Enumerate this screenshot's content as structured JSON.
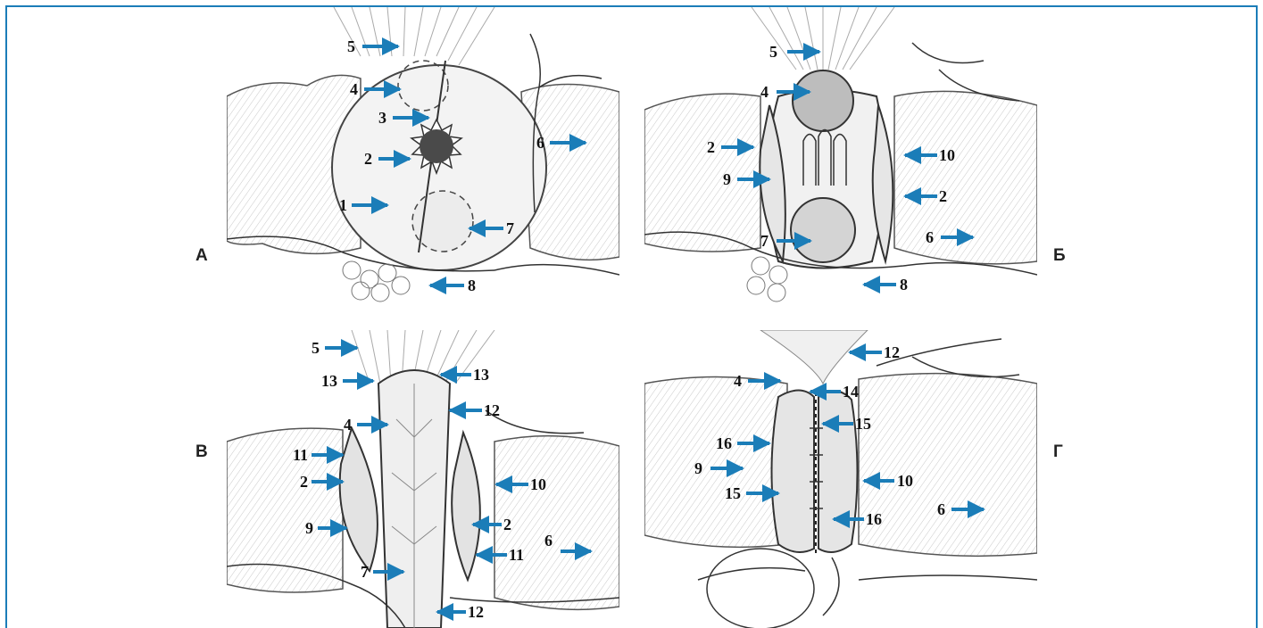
{
  "figure": {
    "accent_color": "#1b7db8",
    "panels": [
      {
        "letter": "А",
        "labels": [
          "5",
          "4",
          "3",
          "2",
          "1",
          "6",
          "7",
          "8"
        ]
      },
      {
        "letter": "Б",
        "labels": [
          "5",
          "4",
          "2",
          "9",
          "10",
          "2",
          "7",
          "6",
          "8"
        ]
      },
      {
        "letter": "В",
        "labels": [
          "5",
          "13",
          "13",
          "12",
          "4",
          "11",
          "2",
          "10",
          "9",
          "2",
          "6",
          "11",
          "7",
          "12"
        ]
      },
      {
        "letter": "Г",
        "labels": [
          "12",
          "4",
          "14",
          "15",
          "16",
          "9",
          "10",
          "15",
          "16",
          "6"
        ]
      }
    ]
  }
}
